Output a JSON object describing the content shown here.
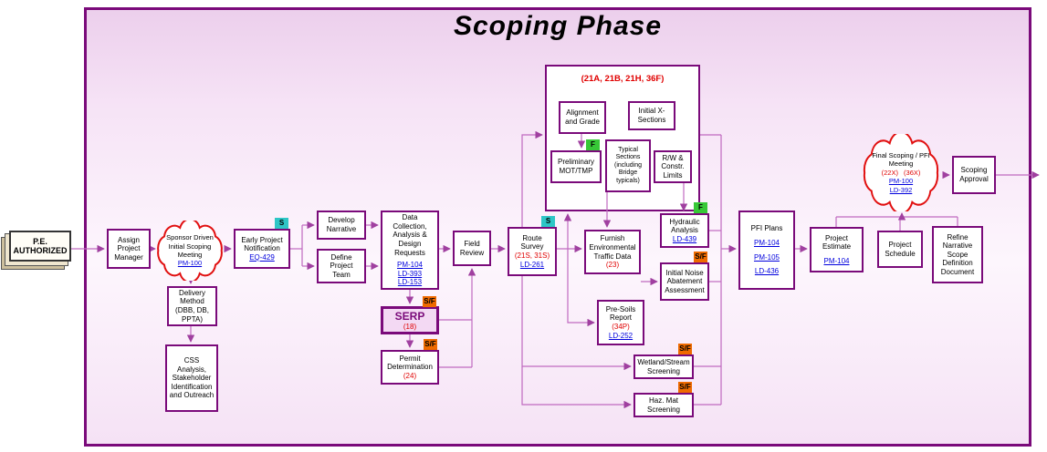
{
  "title": "Scoping Phase",
  "start": {
    "line1": "P.E.",
    "line2": "AUTHORIZED"
  },
  "badges": {
    "s": "S",
    "f": "F",
    "sf": "S/F"
  },
  "group": {
    "title": "(21A, 21B, 21H, 36F)"
  },
  "colors": {
    "box_border": "#7a0a7a",
    "cloud_border": "#e11010",
    "red_text": "#e00000",
    "link_blue": "#0000dd",
    "badge_s": "#2ec6c6",
    "badge_f": "#37c837",
    "badge_sf": "#ef6a00",
    "arrow": "#c06ac0"
  },
  "nodes": {
    "assign_pm": {
      "text": "Assign Project Manager"
    },
    "sponsor_cloud": {
      "text": "Sponsor Driven Initial Scoping Meeting",
      "link": "PM-100"
    },
    "delivery": {
      "text": "Delivery Method (DBB, DB, PPTA)"
    },
    "css": {
      "text": "CSS Analysis, Stakeholder Identification and Outreach"
    },
    "early_notif": {
      "text": "Early Project Notification",
      "link": "EQ-429"
    },
    "develop_narrative": {
      "text": "Develop Narrative"
    },
    "define_team": {
      "text": "Define Project Team"
    },
    "data_collection": {
      "text": "Data Collection, Analysis & Design Requests",
      "links": [
        "PM-104",
        "LD-393",
        "LD-153"
      ]
    },
    "serp": {
      "text": "SERP",
      "code": "(18)"
    },
    "permit": {
      "text": "Permit Determination",
      "code": "(24)"
    },
    "field_review": {
      "text": "Field Review"
    },
    "route_survey": {
      "text": "Route Survey",
      "code": "(21S, 31S)",
      "link": "LD-261"
    },
    "alignment": {
      "text": "Alignment and Grade"
    },
    "xsections": {
      "text": "Initial X-Sections"
    },
    "mot": {
      "text": "Preliminary MOT/TMP"
    },
    "typical": {
      "text": "Typical Sections (including Bridge typicals)"
    },
    "rw": {
      "text": "R/W & Constr. Limits"
    },
    "furnish": {
      "text": "Furnish Environmental Traffic Data",
      "code": "(23)"
    },
    "hydraulic": {
      "text": "Hydraulic Analysis",
      "link": "LD-439"
    },
    "noise": {
      "text": "Initial Noise Abatement Assessment"
    },
    "presoils": {
      "text": "Pre-Soils Report",
      "code": "(34P)",
      "link": "LD-252"
    },
    "wetland": {
      "text": "Wetland/Stream Screening"
    },
    "hazmat": {
      "text": "Haz. Mat Screening"
    },
    "pfi": {
      "text": "PFI Plans",
      "links": [
        "PM-104",
        "PM-105",
        "LD-436"
      ]
    },
    "estimate": {
      "text": "Project Estimate",
      "link": "PM-104"
    },
    "schedule": {
      "text": "Project Schedule"
    },
    "refine": {
      "text": "Refine Narrative Scope Definition Document"
    },
    "final_cloud": {
      "text": "Final Scoping / PFI Meeting",
      "codes": [
        "(22X)",
        "(36X)"
      ],
      "links": [
        "PM-100",
        "LD-392"
      ]
    },
    "approval": {
      "text": "Scoping Approval"
    }
  }
}
